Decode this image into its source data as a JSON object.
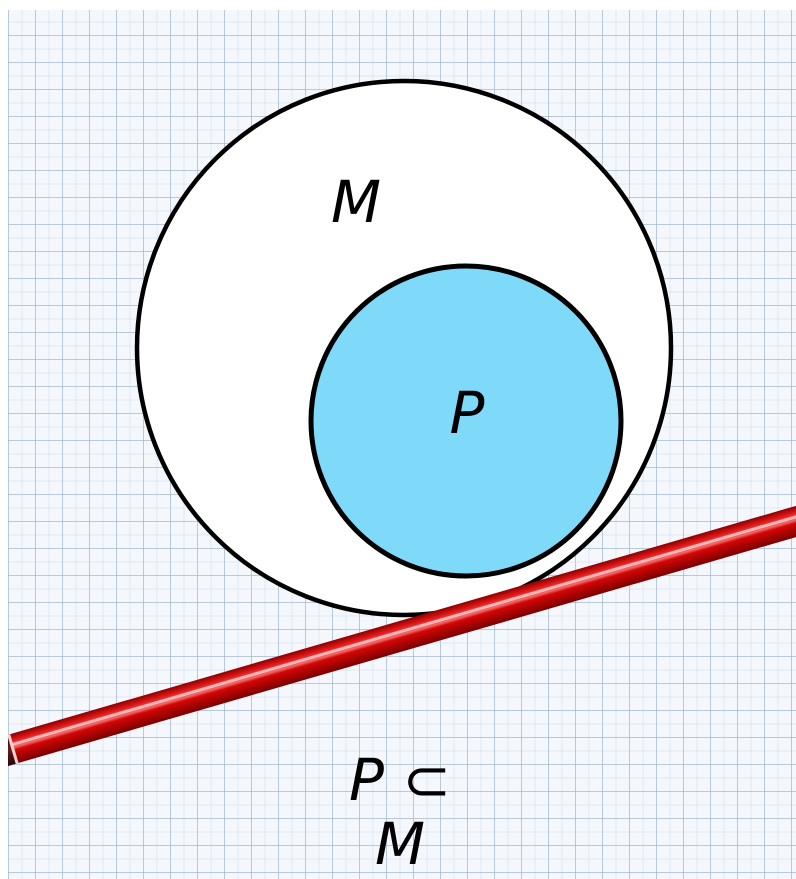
{
  "diagram": {
    "outer_set": {
      "label": "M",
      "fill": "#ffffff",
      "stroke": "#000000"
    },
    "inner_set": {
      "label": "P",
      "fill": "#7fd9f9",
      "stroke": "#000000"
    },
    "relation": {
      "line1": "P ⊂",
      "line2": "M"
    }
  },
  "decoration": {
    "pencil_color": "#c80000",
    "grid_color": "#96afcd"
  }
}
